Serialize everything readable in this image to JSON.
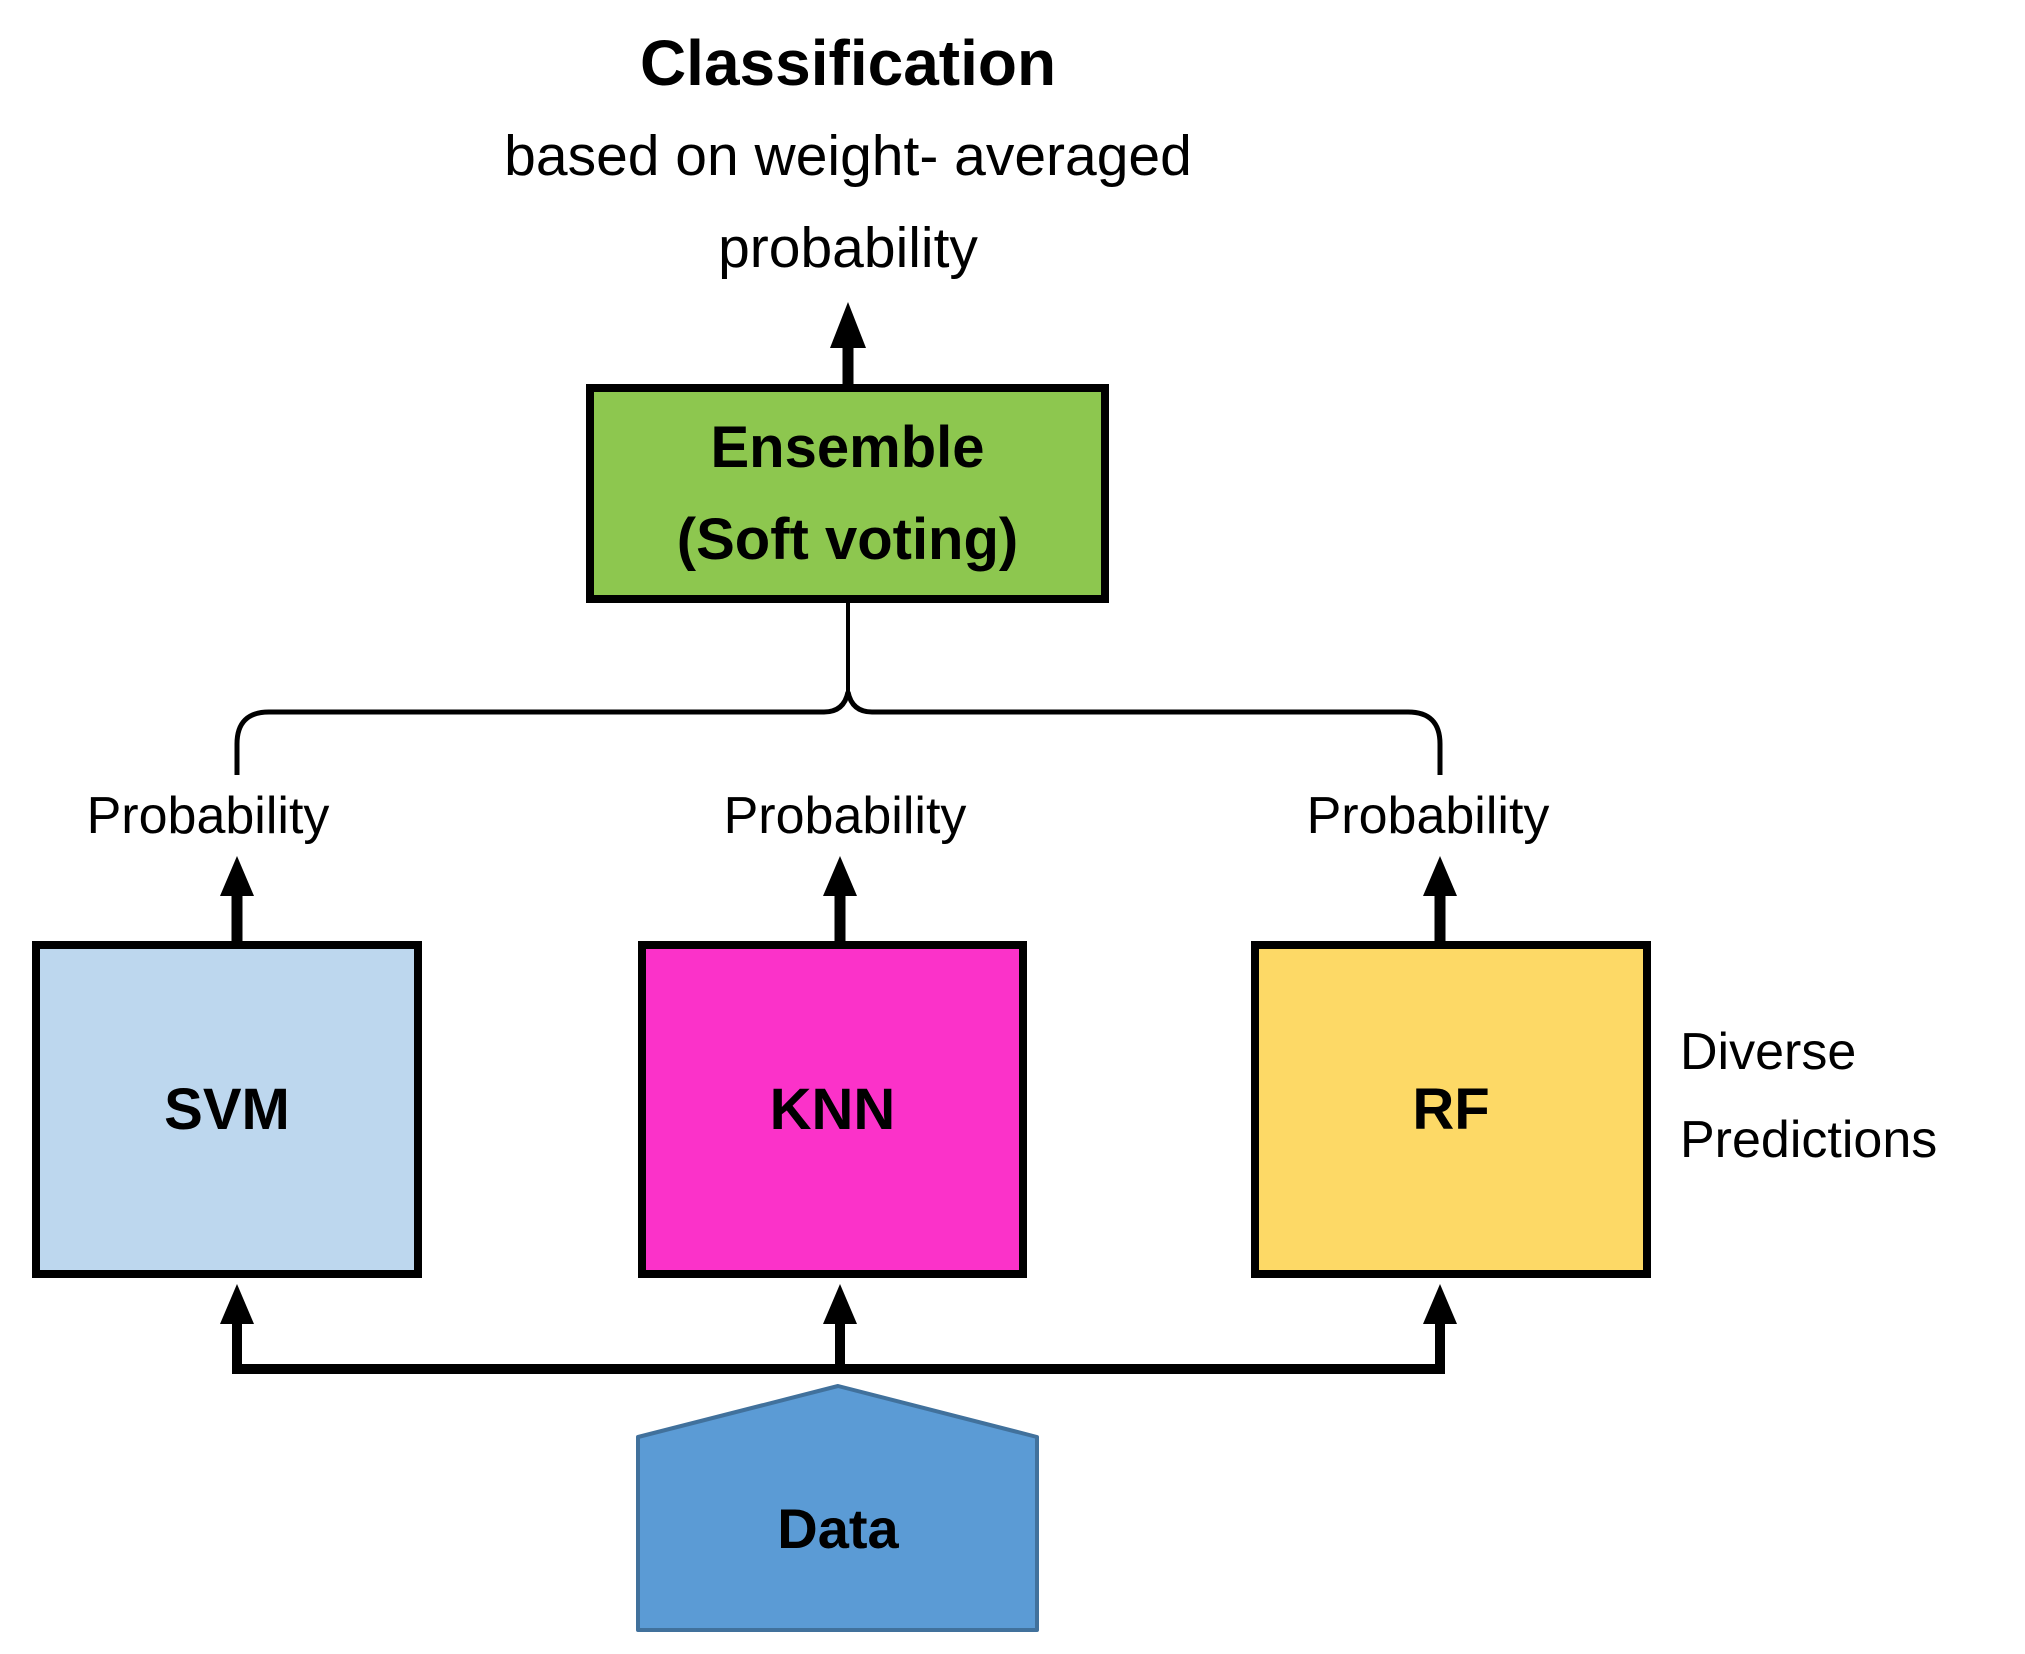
{
  "title": {
    "line1": "Classification",
    "line2": "based on weight- averaged",
    "line3": "probability"
  },
  "ensemble": {
    "label": "Ensemble",
    "sub_label": "(Soft voting)",
    "fill": "#8DC74F"
  },
  "branch_labels": [
    "Probability",
    "Probability",
    "Probability"
  ],
  "classifiers": [
    {
      "label": "SVM",
      "fill": "#BDD7EE"
    },
    {
      "label": "KNN",
      "fill": "#FB32C9"
    },
    {
      "label": "RF",
      "fill": "#FDD966"
    }
  ],
  "side_note": {
    "line1": "Diverse",
    "line2": "Predictions"
  },
  "data_node": {
    "label": "Data",
    "fill": "#5B9BD5",
    "border": "#41719C"
  },
  "colors": {
    "line": "#000000",
    "box_border": "#000000",
    "text": "#000000"
  }
}
